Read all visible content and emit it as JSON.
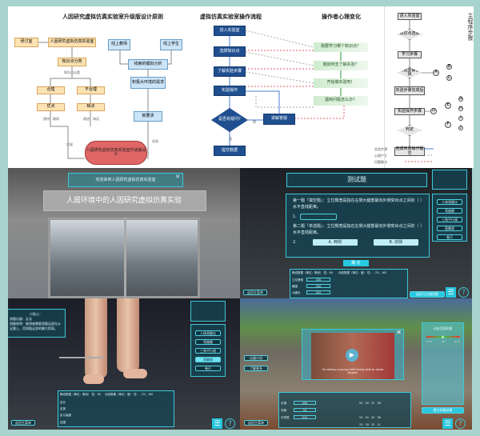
{
  "flow1": {
    "title": "人因研究虚拟仿真实验室升级版设计原则",
    "left_nodes": [
      "研讨室",
      "人因研究虚拟仿真实验室",
      "知识点分类",
      "合理",
      "不合理",
      "优点",
      "缺点"
    ],
    "right_nodes": [
      "线上教师",
      "线上学生",
      "线索的模拟分析",
      "积极大环境的需求",
      "新要求"
    ],
    "target": "人因研究虚拟仿真实验室升级版设计",
    "edge_labels": [
      "知识点分类",
      "保持",
      "继续",
      "改进",
      "淘汰",
      "实现",
      "实现"
    ]
  },
  "flow2": {
    "title": "虚拟仿真实验室操作流程",
    "steps": [
      "进入实验室",
      "选择知识点",
      "了解实验步骤",
      "实验操作",
      "是否有疑问?",
      "提交数据"
    ],
    "resolve": "讲解答疑",
    "yes": "是",
    "no": "否"
  },
  "flow3": {
    "title": "操作者心理变化",
    "states": [
      "我要学习哪个知识点？",
      "我如何去了解实验？",
      "开始做实验吧！",
      "遇到问题怎么办？"
    ],
    "legend": [
      "实验步骤",
      "心理产生",
      "问题解决"
    ]
  },
  "flow4": {
    "side_title": "主程序步骤",
    "nodes": [
      "进入实验室",
      "知识点选择",
      "学习步骤",
      "实验步骤选择",
      "实验步骤完成后",
      "实验操作步骤",
      "判定",
      "完成实验操作提交"
    ],
    "circles": [
      "A",
      "B",
      "C",
      "D",
      "E",
      "F",
      "G",
      "H",
      "I",
      "J",
      "K"
    ]
  },
  "scene1": {
    "welcome": "欢迎来到人因研究虚拟仿真实验室",
    "sign": "人居环境中的人因研究虚拟仿真实验"
  },
  "scene2": {
    "quiz_title": "测试题",
    "q1": "第一题『填空题』：立位臀宽是指在右侧大腿部最向外侧突出点之间的（ ）水平直线距离。",
    "q1_num": "1.",
    "q2": "第二题『单选题』：立位臀宽是指在右侧大腿部最向外侧突出点之间的（ ）水平直线距离。",
    "q2_num": "2.",
    "opt_a": "A. 两侧",
    "opt_b": "B. 前侧",
    "confirm": "确 定",
    "menu": [
      "人体测量仪",
      "弯曲梗",
      "三角平行规",
      "直脚规",
      "卷尺"
    ],
    "table_head_l": "静态数据（单位：毫米）   性：60",
    "table_head_r": "动态数据（单位：度）   性：（31，60）",
    "rows": [
      [
        "立位臀宽",
        "330"
      ],
      [
        "胸围",
        "200"
      ],
      [
        "大腿长",
        "452"
      ]
    ],
    "back": "返回主菜单",
    "return_btn": "返回可达域测量"
  },
  "scene3": {
    "tip_title": "小贴士：",
    "tip_text": "测量仪器：足长\n测量原则：被测者需要测量足部在从足跟上，用测量足部的最大距离。",
    "menu": [
      "人体测量仪",
      "弯曲梗",
      "三角平行规",
      "直脚规",
      "卷尺"
    ],
    "active_menu": 3,
    "table_head_l": "静态数据（单位：毫米）  性：60",
    "table_head_r": "动态数据（单位：度）  性：（31，60）",
    "rows": [
      "足长",
      "足宽",
      "足弓高度",
      "足围"
    ],
    "back": "返回主菜单"
  },
  "scene4": {
    "caption": "So seeing a young child being able to move fingers",
    "panel_title": "动态范围测量",
    "slider_labels": [
      "0°-8",
      "37°",
      "0°-8"
    ],
    "slider_value": 0.5,
    "left_btns": [
      "仪器介绍",
      "了解更多"
    ],
    "rows": [
      [
        "手指",
        "450"
      ],
      [
        "手腕",
        "54"
      ],
      [
        "手掌宽",
        "412"
      ]
    ],
    "dyn_rows": [
      [
        "52",
        "50",
        "32",
        "38"
      ],
      [
        "",
        "",
        "",
        ""
      ],
      [
        "53",
        "42",
        "20",
        "38"
      ],
      [
        "23",
        "30",
        "23",
        "11"
      ]
    ],
    "submit": "提交测量结果",
    "back": "返回主菜单"
  }
}
